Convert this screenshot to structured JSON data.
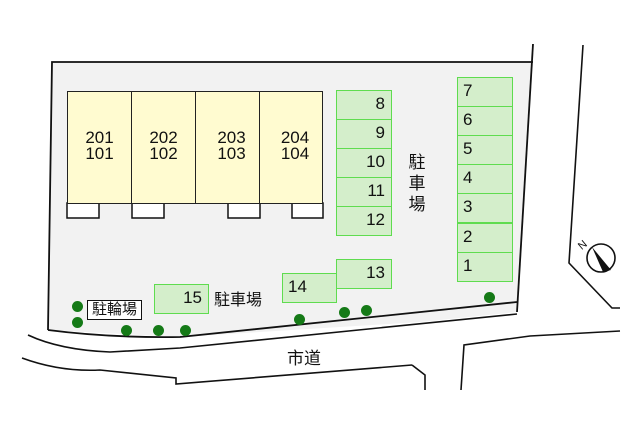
{
  "map": {
    "building": {
      "units": [
        {
          "upper": "201",
          "lower": "101"
        },
        {
          "upper": "202",
          "lower": "102"
        },
        {
          "upper": "203",
          "lower": "103"
        },
        {
          "upper": "204",
          "lower": "104"
        }
      ]
    },
    "parking_label_vertical": [
      "駐",
      "車",
      "場"
    ],
    "parking_label_horizontal": "駐車場",
    "bicycle_parking_label": "駐輪場",
    "road_label": "市道",
    "compass": {
      "label": "N"
    },
    "parking_column_center": [
      "8",
      "9",
      "10",
      "11",
      "12"
    ],
    "parking_column_right": [
      "7",
      "6",
      "5",
      "4",
      "3",
      "2",
      "1"
    ],
    "parking_extra": {
      "slot13": "13",
      "slot14": "14",
      "slot15": "15"
    },
    "colors": {
      "lot": "#f2f2f2",
      "unit_fill": "#fffbd0",
      "parking_fill": "#d4eecb",
      "parking_border": "#5fdc4f",
      "tree": "#157a17"
    }
  }
}
